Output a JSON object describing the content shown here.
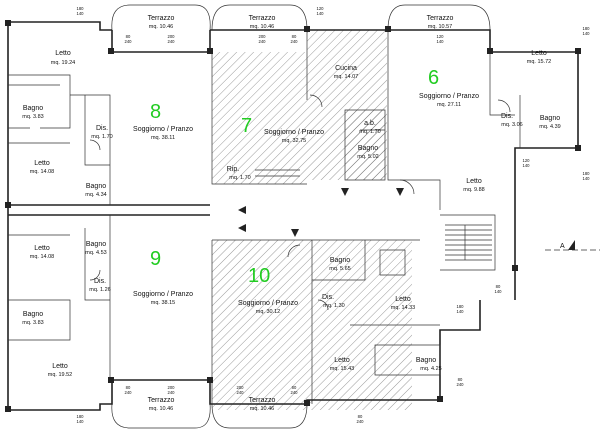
{
  "rooms": [
    {
      "id": "r1",
      "name": "Letto",
      "area": "mq. 19.24"
    },
    {
      "id": "r2",
      "name": "Bagno",
      "area": "mq. 3.83"
    },
    {
      "id": "r3",
      "name": "Dis.",
      "area": "mq. 1.70"
    },
    {
      "id": "r4",
      "name": "Letto",
      "area": "mq. 14.08"
    },
    {
      "id": "r5",
      "name": "Bagno",
      "area": "mq. 4.34"
    },
    {
      "id": "r6",
      "name": "Soggiorno / Pranzo",
      "area": "mq. 38.11"
    },
    {
      "id": "r7",
      "name": "Terrazzo",
      "area": "mq. 10.46"
    },
    {
      "id": "r8",
      "name": "Terrazzo",
      "area": "mq. 10.46"
    },
    {
      "id": "r9",
      "name": "Cucina",
      "area": "mq. 14.07"
    },
    {
      "id": "r10",
      "name": "Soggiorno / Pranzo",
      "area": "mq. 32.75"
    },
    {
      "id": "r11",
      "name": "a.b.",
      "area": "mq. 1.70"
    },
    {
      "id": "r12",
      "name": "Bagno",
      "area": "mq. 5.02"
    },
    {
      "id": "r13",
      "name": "Rip.",
      "area": "mq. 1.70"
    },
    {
      "id": "r14",
      "name": "Terrazzo",
      "area": "mq. 10.57"
    },
    {
      "id": "r15",
      "name": "Letto",
      "area": "mq. 15.72"
    },
    {
      "id": "r16",
      "name": "Soggiorno / Pranzo",
      "area": "mq. 27.11"
    },
    {
      "id": "r17",
      "name": "Dis.",
      "area": "mq. 3.06"
    },
    {
      "id": "r18",
      "name": "Bagno",
      "area": "mq. 4.39"
    },
    {
      "id": "r19",
      "name": "Letto",
      "area": "mq. 9.88"
    },
    {
      "id": "r20",
      "name": "Letto",
      "area": "mq. 14.08"
    },
    {
      "id": "r21",
      "name": "Bagno",
      "area": "mq. 4.53"
    },
    {
      "id": "r22",
      "name": "Dis.",
      "area": "mq. 1.26"
    },
    {
      "id": "r23",
      "name": "Soggiorno / Pranzo",
      "area": "mq. 38.15"
    },
    {
      "id": "r24",
      "name": "Bagno",
      "area": "mq. 3.83"
    },
    {
      "id": "r25",
      "name": "Letto",
      "area": "mq. 19.52"
    },
    {
      "id": "r26",
      "name": "Terrazzo",
      "area": "mq. 10.46"
    },
    {
      "id": "r27",
      "name": "Terrazzo",
      "area": "mq. 10.46"
    },
    {
      "id": "r28",
      "name": "Bagno",
      "area": "mq. 5.65"
    },
    {
      "id": "r29",
      "name": "Soggiorno / Pranzo",
      "area": "mq. 30.12"
    },
    {
      "id": "r30",
      "name": "Dis.",
      "area": "mq. 1.30"
    },
    {
      "id": "r31",
      "name": "Letto",
      "area": "mq. 14.33"
    },
    {
      "id": "r32",
      "name": "Letto",
      "area": "mq. 15.43"
    },
    {
      "id": "r33",
      "name": "Bagno",
      "area": "mq. 4.25"
    }
  ],
  "unit_numbers": [
    "8",
    "7",
    "6",
    "9",
    "10"
  ],
  "window_dims": [
    {
      "id": "d1",
      "top": "180",
      "bottom": "140"
    },
    {
      "id": "d2",
      "top": "80",
      "bottom": "240"
    },
    {
      "id": "d3",
      "top": "200",
      "bottom": "240"
    },
    {
      "id": "d4",
      "top": "200",
      "bottom": "240"
    },
    {
      "id": "d5",
      "top": "80",
      "bottom": "240"
    },
    {
      "id": "d6",
      "top": "120",
      "bottom": "140"
    },
    {
      "id": "d7",
      "top": "120",
      "bottom": "140"
    },
    {
      "id": "d8",
      "top": "180",
      "bottom": "140"
    },
    {
      "id": "d9",
      "top": "120",
      "bottom": "140"
    },
    {
      "id": "d10",
      "top": "80",
      "bottom": "240"
    },
    {
      "id": "d11",
      "top": "200",
      "bottom": "240"
    },
    {
      "id": "d12",
      "top": "200",
      "bottom": "240"
    },
    {
      "id": "d13",
      "top": "80",
      "bottom": "240"
    },
    {
      "id": "d14",
      "top": "180",
      "bottom": "140"
    },
    {
      "id": "d15",
      "top": "180",
      "bottom": "140"
    },
    {
      "id": "d16",
      "top": "180",
      "bottom": "140"
    },
    {
      "id": "d17",
      "top": "80",
      "bottom": "240"
    },
    {
      "id": "d18",
      "top": "80",
      "bottom": "140"
    },
    {
      "id": "d19",
      "top": "80",
      "bottom": "240"
    }
  ],
  "section_mark": "A",
  "colors": {
    "unit_number": "#22cc22",
    "wall": "#222222",
    "hatch": "#555555"
  }
}
